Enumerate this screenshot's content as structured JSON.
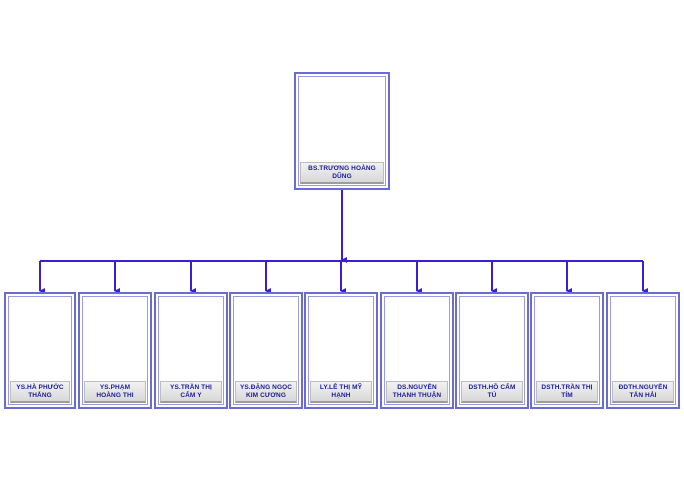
{
  "diagram": {
    "colors": {
      "connector": "#3a1fd8",
      "node_border": "#6b6bd6",
      "label_text": "#1a1a9a"
    },
    "root": {
      "name": "BS.TRƯƠNG HOÀNG DŨNG"
    },
    "children": [
      {
        "name": "YS.HÀ PHƯỚC THẮNG"
      },
      {
        "name": "YS.PHẠM HOÀNG THI"
      },
      {
        "name": "YS.TRẦN THỊ CẨM Y"
      },
      {
        "name": "YS.ĐẶNG NGỌC KIM CƯƠNG"
      },
      {
        "name": "LY.LÊ THỊ MỸ HẠNH"
      },
      {
        "name": "DS.NGUYỄN THANH THUẬN"
      },
      {
        "name": "DSTH.HỒ CẨM TÚ"
      },
      {
        "name": "DSTH.TRẦN THỊ TÍM"
      },
      {
        "name": "ĐDTH.NGUYỄN TẤN HẢI"
      }
    ]
  }
}
